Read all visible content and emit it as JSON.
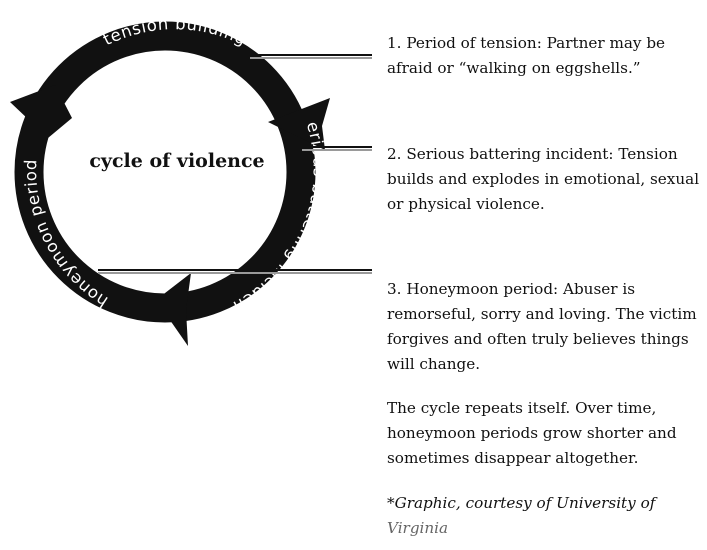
{
  "diagram": {
    "title": "cycle of violence",
    "ring_labels": {
      "top": "tension building",
      "right": "serious battering incident",
      "left": "honeymoon period"
    },
    "colors": {
      "ring": "#111111",
      "ring_text": "#ffffff",
      "pointer": "#111111",
      "pointer_highlight": "#9a9a9a"
    },
    "icons": [
      "arrowhead-icon",
      "arrowhead-icon",
      "arrowhead-icon"
    ]
  },
  "stages": [
    {
      "text": "1. Period of tension: Partner may be afraid or “walking on eggshells.”"
    },
    {
      "text": "2. Serious battering incident: Tension builds and explodes in emotional, sexual or physical violence."
    },
    {
      "text": "3. Honeymoon period: Abuser is remorseful, sorry and loving. The victim forgives and often truly believes things will change."
    }
  ],
  "note": "The cycle repeats itself. Over time, honeymoon periods grow shorter and sometimes disappear altogether.",
  "credit": {
    "prefix": "*Graphic, courtesy of University of",
    "link": "Virginia"
  }
}
